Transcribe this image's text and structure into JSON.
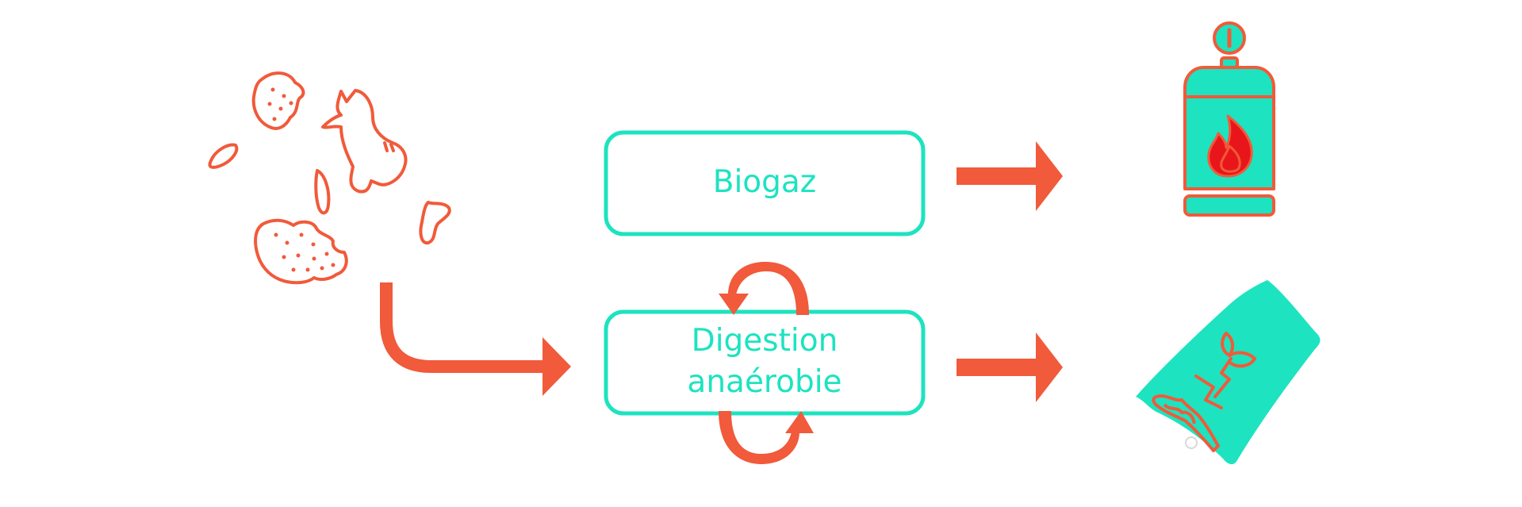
{
  "diagram": {
    "nodes": {
      "biogaz": {
        "label": "Biogaz"
      },
      "digestion": {
        "line1": "Digestion",
        "line2": "anaérobie"
      }
    },
    "icons": {
      "input": "food-waste-icon",
      "output_top": "gas-cylinder-flame-icon",
      "output_bottom": "fertilizer-bag-icon",
      "cycle": "circular-arrows-icon"
    },
    "colors": {
      "accent_teal": "#1de3c0",
      "box_stroke_teal": "#1de3c0",
      "arrow_orange": "#f15a3a",
      "flame_red": "#e8161b"
    }
  }
}
